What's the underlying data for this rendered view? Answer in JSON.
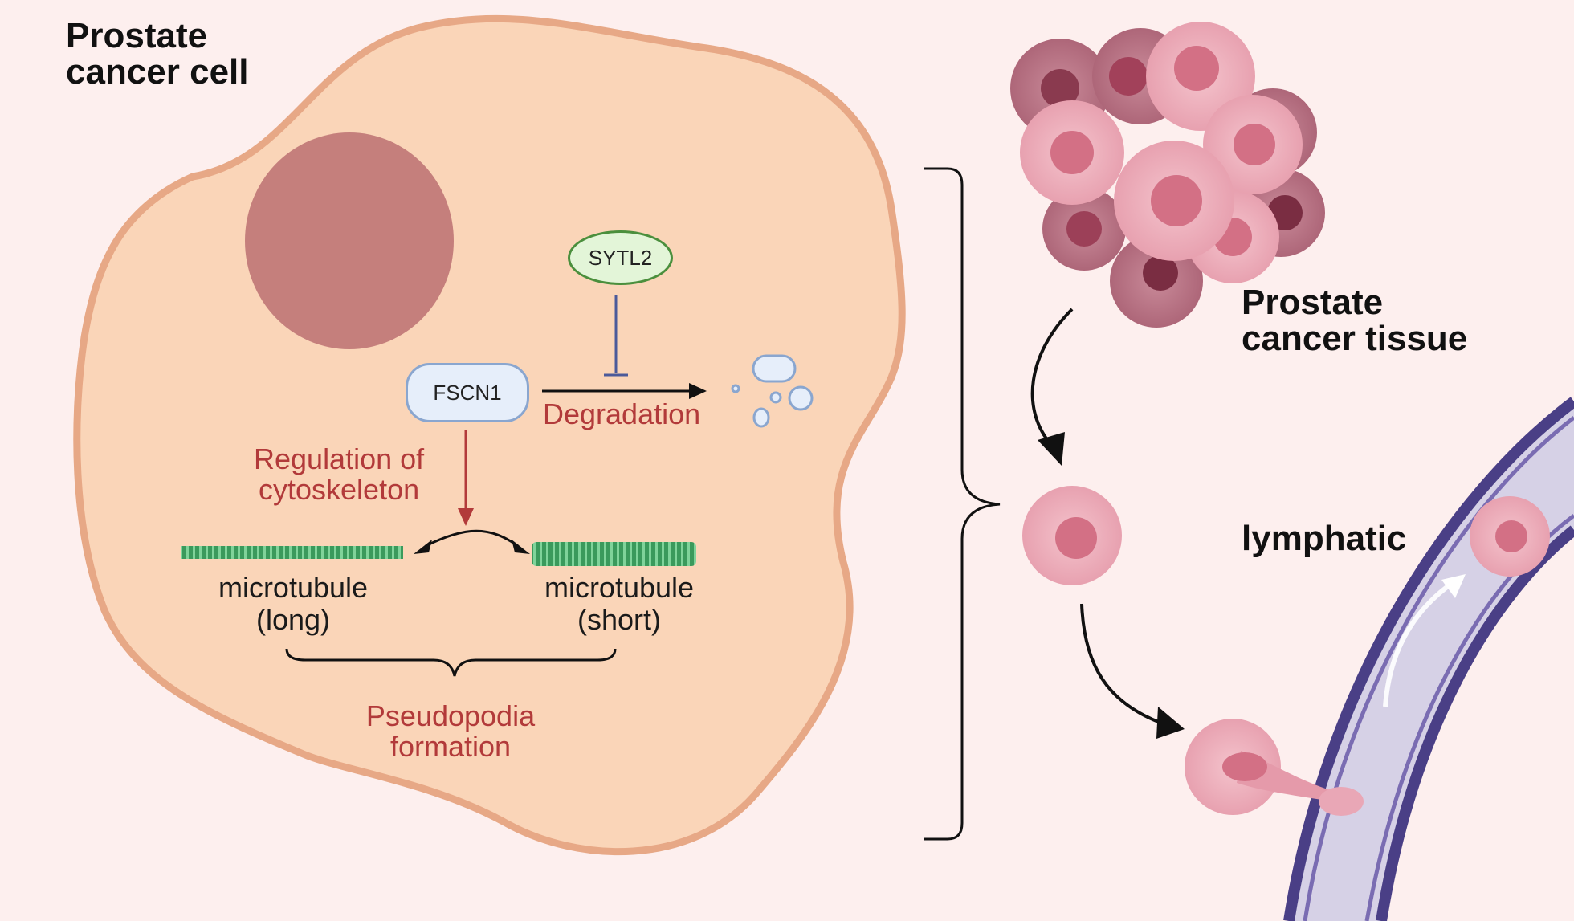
{
  "labels": {
    "cell_title_1": "Prostate",
    "cell_title_2": "cancer cell",
    "tissue_title_1": "Prostate",
    "tissue_title_2": "cancer tissue",
    "lymphatic": "lymphatic",
    "sytl2": "SYTL2",
    "fscn1": "FSCN1",
    "degradation": "Degradation",
    "regulation_1": "Regulation of",
    "regulation_2": "cytoskeleton",
    "mt_long_1": "microtubule",
    "mt_long_2": "(long)",
    "mt_short_1": "microtubule",
    "mt_short_2": "(short)",
    "pseudo_1": "Pseudopodia",
    "pseudo_2": "formation"
  },
  "colors": {
    "background": "#fdefee",
    "cell_fill": "#fad5b8",
    "cell_border": "#e7a886",
    "nucleus": "#c57f7c",
    "accent_red": "#b23a3a",
    "sytl2_fill": "#e3f5d8",
    "sytl2_border": "#4b8f3d",
    "fscn1_fill": "#e6eefa",
    "fscn1_border": "#8aa6cf",
    "microtubule": "#3a9a5c",
    "vessel_dark": "#4a3f86",
    "vessel_fill": "#d6d1e6"
  }
}
